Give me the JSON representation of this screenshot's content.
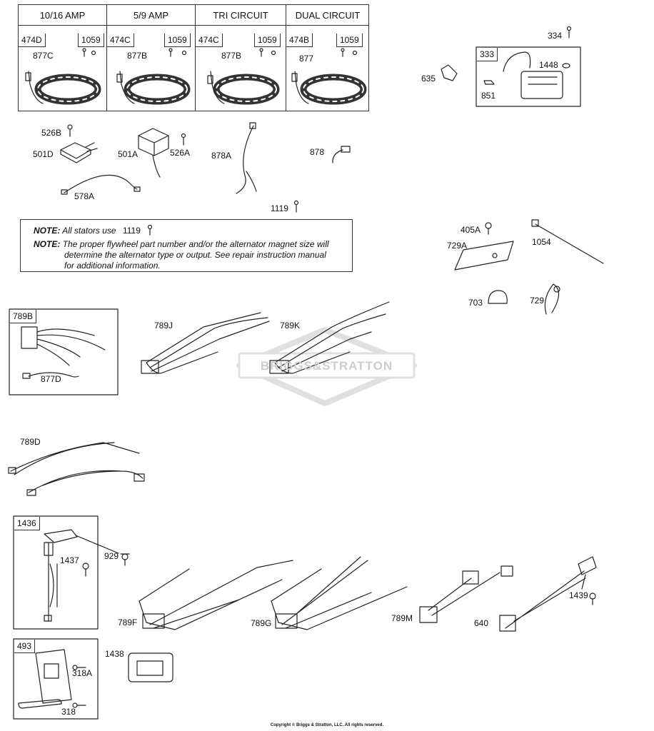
{
  "stator_table": {
    "headers": [
      "10/16 AMP",
      "5/9 AMP",
      "TRI CIRCUIT",
      "DUAL CIRCUIT"
    ],
    "cells": [
      {
        "stator": "474D",
        "screw": "1059",
        "lead": "877C"
      },
      {
        "stator": "474C",
        "screw": "1059",
        "lead": "877B"
      },
      {
        "stator": "474C",
        "screw": "1059",
        "lead": "877B"
      },
      {
        "stator": "474B",
        "screw": "1059",
        "lead": "877"
      }
    ]
  },
  "labels": {
    "p334": "334",
    "p333": "333",
    "p1448": "1448",
    "p635": "635",
    "p851": "851",
    "p526B": "526B",
    "p501D": "501D",
    "p501A": "501A",
    "p526A": "526A",
    "p878A": "878A",
    "p878": "878",
    "p578A": "578A",
    "p1119": "1119",
    "p405A": "405A",
    "p729A": "729A",
    "p1054": "1054",
    "p703": "703",
    "p729": "729",
    "p789B": "789B",
    "p877D": "877D",
    "p789J": "789J",
    "p789K": "789K",
    "p789D": "789D",
    "p1436": "1436",
    "p1437": "1437",
    "p929": "929",
    "p789F": "789F",
    "p789G": "789G",
    "p789M": "789M",
    "p640": "640",
    "p1439": "1439",
    "p493": "493",
    "p318A": "318A",
    "p318": "318",
    "p1438": "1438"
  },
  "note": {
    "line1_prefix": "NOTE:",
    "line1_text": "All stators use",
    "line1_part": "1119",
    "line2_prefix": "NOTE:",
    "line2_text": "The proper flywheel part number and/or the alternator magnet size will",
    "line3_text": "determine the alternator type or output. See repair instruction manual",
    "line4_text": "for additional information."
  },
  "watermark": "BRIGGS&STRATTON",
  "copyright": "Copyright © Briggs & Stratton, LLC. All rights reserved."
}
